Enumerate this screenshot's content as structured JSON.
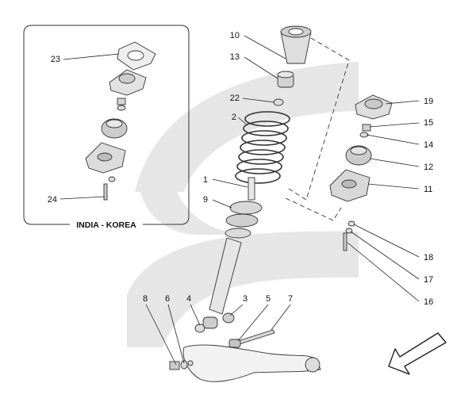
{
  "inset": {
    "title": "INDIA - KOREA",
    "callouts": [
      "23",
      "24"
    ]
  },
  "callouts": [
    "1",
    "2",
    "3",
    "4",
    "5",
    "6",
    "7",
    "8",
    "9",
    "10",
    "11",
    "12",
    "13",
    "15",
    "14",
    "16",
    "17",
    "18",
    "19",
    "22"
  ],
  "watermark": {
    "color": "#e6e6e6"
  },
  "icons": {
    "direction": "arrow-down-left-icon"
  }
}
